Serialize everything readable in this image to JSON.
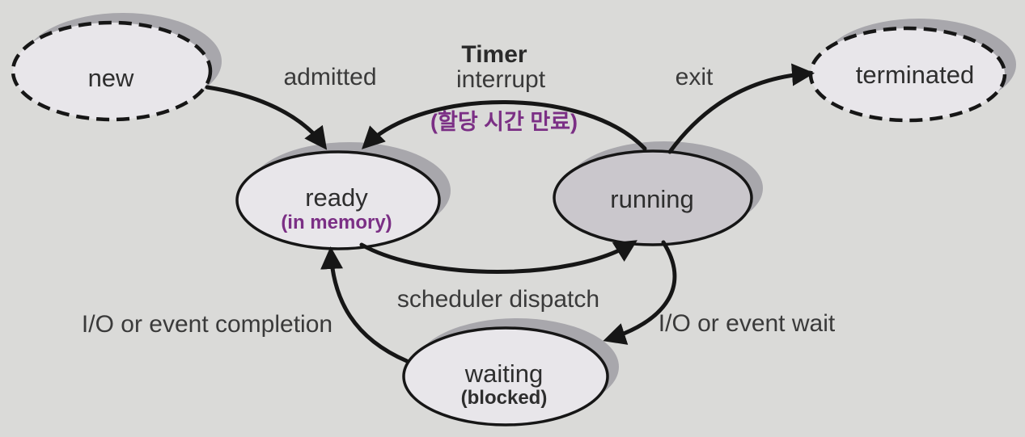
{
  "diagram": {
    "type": "state-diagram",
    "subject": "operating-system process states",
    "nodes": {
      "new": {
        "label": "new",
        "border": "dashed",
        "fill": "#e8e6ea"
      },
      "ready": {
        "label": "ready",
        "sublabel": "(in memory)",
        "sublabel_color": "#7b2f85",
        "border": "solid",
        "fill": "#e8e6ea"
      },
      "running": {
        "label": "running",
        "border": "solid",
        "fill": "#cac7cc"
      },
      "waiting": {
        "label": "waiting",
        "sublabel": "(blocked)",
        "sublabel_color": "#2e2e2e",
        "border": "solid",
        "fill": "#e8e6ea"
      },
      "terminated": {
        "label": "terminated",
        "border": "dashed",
        "fill": "#e8e6ea"
      }
    },
    "edges": {
      "admitted": {
        "from": "new",
        "to": "ready",
        "label": "admitted"
      },
      "timer_interrupt": {
        "from": "running",
        "to": "ready",
        "label_line1": "Timer",
        "label_line2": "interrupt",
        "annotation": "(할당 시간 만료)",
        "annotation_color": "#7b2f85"
      },
      "exit": {
        "from": "running",
        "to": "terminated",
        "label": "exit"
      },
      "scheduler_dispatch": {
        "from": "ready",
        "to": "running",
        "label": "scheduler dispatch"
      },
      "io_event_wait": {
        "from": "running",
        "to": "waiting",
        "label": "I/O or event wait"
      },
      "io_event_completion": {
        "from": "waiting",
        "to": "ready",
        "label": "I/O or event completion"
      }
    },
    "colors": {
      "background": "#dadad8",
      "node_fill_light": "#e8e6ea",
      "node_fill_dark": "#cac7cc",
      "node_shadow": "#a8a7ac",
      "stroke": "#161616",
      "text": "#2e2e2e",
      "accent_purple": "#7b2f85"
    }
  }
}
